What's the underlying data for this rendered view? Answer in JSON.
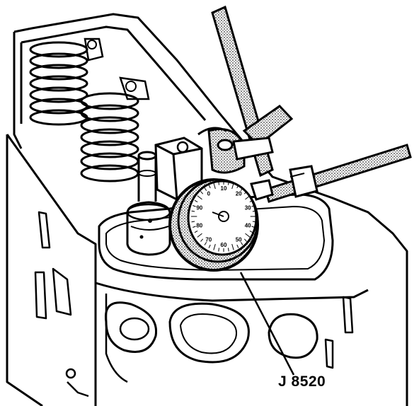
{
  "callout": {
    "tool_label": "J 8520"
  },
  "dial_gauge": {
    "tick_labels": [
      "10",
      "20",
      "30",
      "40",
      "50",
      "60",
      "70",
      "80",
      "90",
      "0"
    ]
  },
  "colors": {
    "ink": "#000000",
    "paper": "#ffffff",
    "shading": "#555555"
  }
}
